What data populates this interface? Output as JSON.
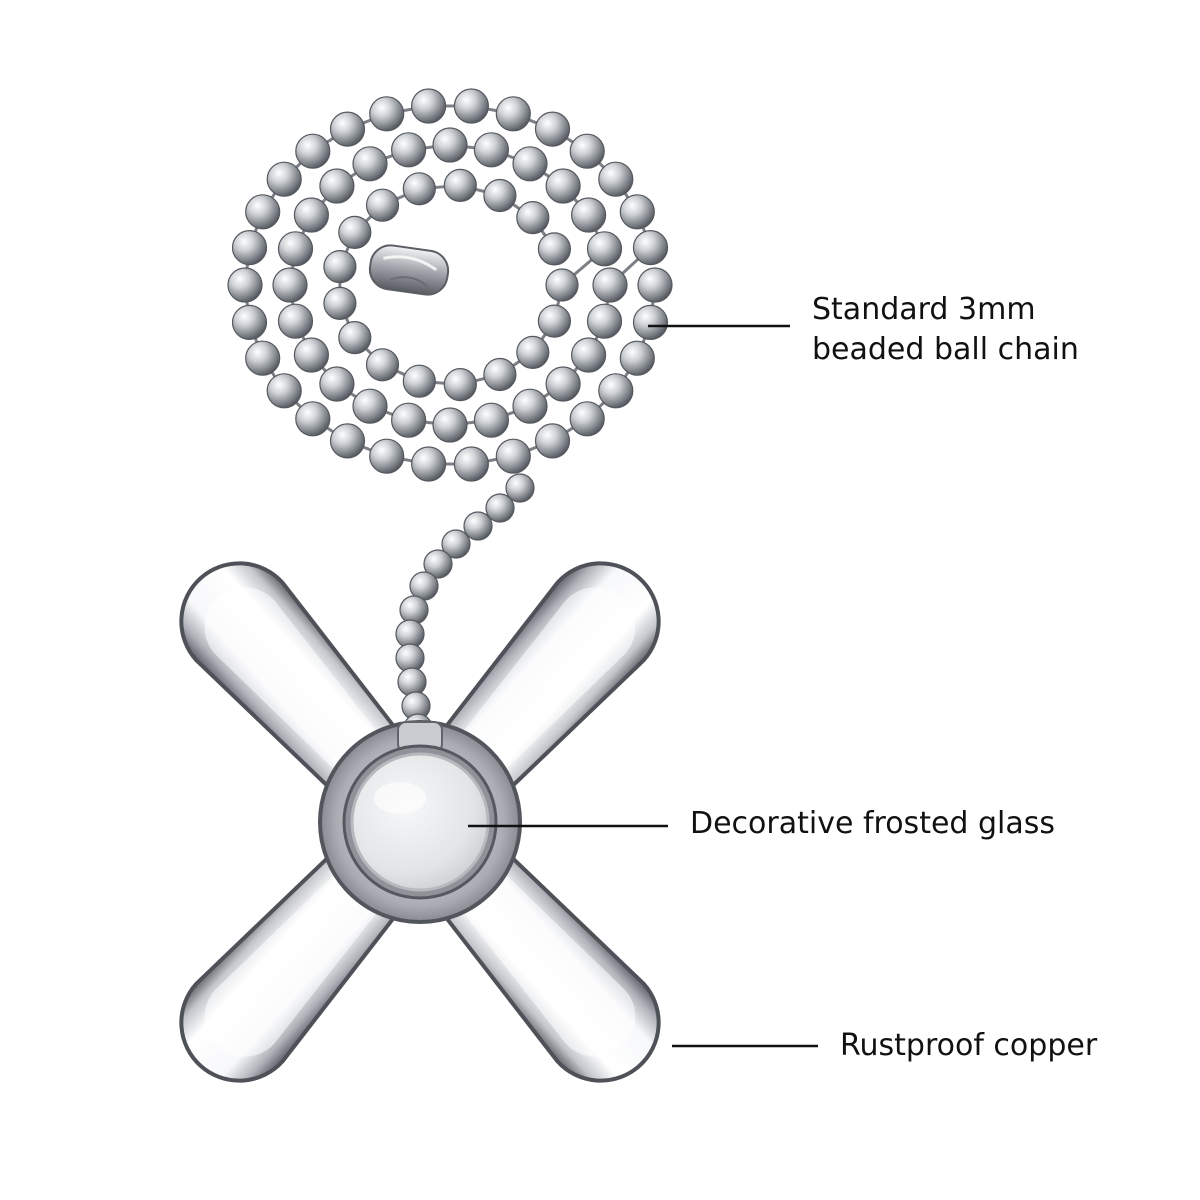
{
  "callouts": {
    "chain": {
      "line1": "Standard 3mm",
      "line2": "beaded ball chain"
    },
    "glass": {
      "text": "Decorative frosted glass"
    },
    "copper": {
      "text": "Rustproof copper"
    }
  },
  "colors": {
    "background": "#ffffff",
    "text": "#111111",
    "leader_line": "#111111",
    "chrome_dark": "#5a5e64",
    "chrome_light": "#f4f5f7",
    "frosted_glass": "#e6e8ea"
  }
}
